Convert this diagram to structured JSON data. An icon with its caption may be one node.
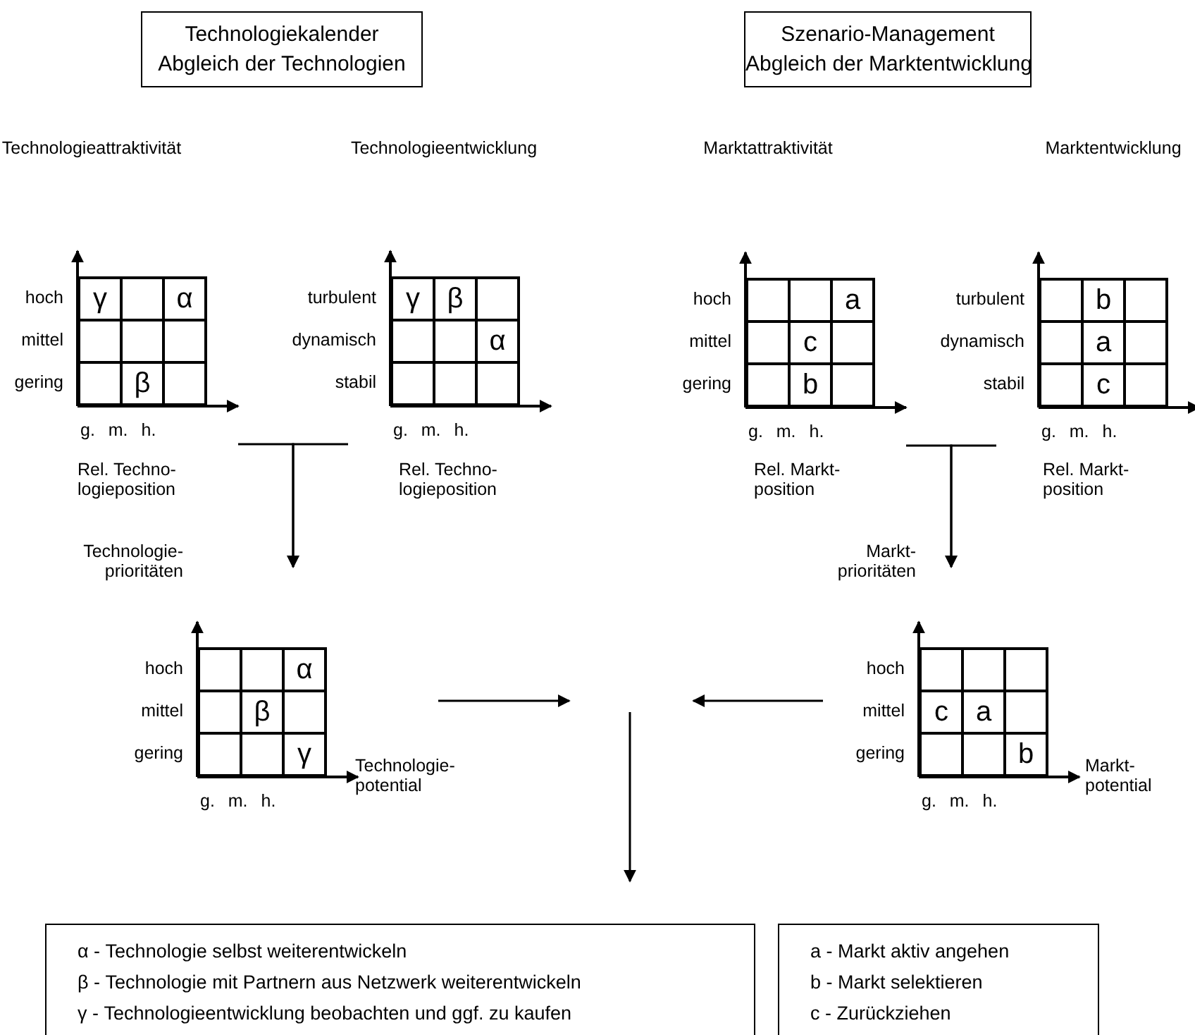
{
  "diagram": {
    "nodes": [
      {
        "text": [
          "Technologiekalender",
          "Abgleich der Technologien"
        ]
      },
      {
        "text": [
          "Szenario-Management",
          "Abgleich der Marktentwicklung"
        ]
      },
      {
        "text": [],
        "shape": "grid",
        "beside": [
          "hoch",
          "mittel",
          "gering",
          "g. m. h.",
          "Rel. Techno- logieposition"
        ]
      },
      {
        "text": [
          "γ"
        ],
        "in": 2
      },
      {
        "text": [],
        "shape": "box",
        "in": 2
      },
      {
        "text": [
          "α"
        ],
        "in": 2
      },
      {
        "text": [],
        "shape": "box",
        "in": 2
      },
      {
        "text": [],
        "shape": "box",
        "in": 2
      },
      {
        "text": [],
        "shape": "box",
        "in": 2
      },
      {
        "text": [],
        "shape": "box",
        "in": 2
      },
      {
        "text": [
          "β"
        ],
        "in": 2
      },
      {
        "text": [],
        "shape": "box",
        "in": 2
      },
      {
        "text": [],
        "shape": "grid",
        "beside": [
          "turbulent",
          "dynamisch",
          "stabil",
          "g. m. h.",
          "Rel. Techno- logieposition"
        ]
      },
      {
        "text": [
          "γ"
        ],
        "in": 12
      },
      {
        "text": [
          "β"
        ],
        "in": 12
      },
      {
        "text": [],
        "shape": "box",
        "in": 12
      },
      {
        "text": [],
        "shape": "box",
        "in": 12
      },
      {
        "text": [],
        "shape": "box",
        "in": 12
      },
      {
        "text": [
          "α"
        ],
        "in": 12
      },
      {
        "text": [],
        "shape": "box",
        "in": 12
      },
      {
        "text": [],
        "shape": "box",
        "in": 12
      },
      {
        "text": [],
        "shape": "box",
        "in": 12
      },
      {
        "text": [],
        "shape": "grid",
        "beside": [
          "hoch",
          "mittel",
          "gering",
          "g. m. h.",
          "Rel. Markt- position"
        ]
      },
      {
        "text": [],
        "shape": "box",
        "in": 22
      },
      {
        "text": [],
        "shape": "box",
        "in": 22
      },
      {
        "text": [
          "a"
        ],
        "in": 22
      },
      {
        "text": [],
        "shape": "box",
        "in": 22
      },
      {
        "text": [
          "c"
        ],
        "in": 22
      },
      {
        "text": [],
        "shape": "box",
        "in": 22
      },
      {
        "text": [],
        "shape": "box",
        "in": 22
      },
      {
        "text": [
          "b"
        ],
        "in": 22
      },
      {
        "text": [],
        "shape": "box",
        "in": 22
      },
      {
        "text": [],
        "shape": "grid",
        "beside": [
          "turbulent",
          "dynamisch",
          "stabil",
          "g. m. h.",
          "Rel. Markt- position"
        ]
      },
      {
        "text": [],
        "shape": "box",
        "in": 32
      },
      {
        "text": [
          "b"
        ],
        "in": 32
      },
      {
        "text": [],
        "shape": "box",
        "in": 32
      },
      {
        "text": [],
        "shape": "box",
        "in": 32
      },
      {
        "text": [
          "a"
        ],
        "in": 32
      },
      {
        "text": [],
        "shape": "box",
        "in": 32
      },
      {
        "text": [],
        "shape": "box",
        "in": 32
      },
      {
        "text": [
          "c"
        ],
        "in": 32
      },
      {
        "text": [],
        "shape": "box",
        "in": 32
      },
      {
        "text": [],
        "shape": "grid",
        "beside": [
          "hoch",
          "mittel",
          "gering",
          "g. m. h.",
          "Technologie- potential"
        ]
      },
      {
        "text": [],
        "shape": "box",
        "in": 42
      },
      {
        "text": [],
        "shape": "box",
        "in": 42
      },
      {
        "text": [
          "α"
        ],
        "in": 42
      },
      {
        "text": [],
        "shape": "box",
        "in": 42
      },
      {
        "text": [
          "β"
        ],
        "in": 42
      },
      {
        "text": [],
        "shape": "box",
        "in": 42
      },
      {
        "text": [],
        "shape": "box",
        "in": 42
      },
      {
        "text": [],
        "shape": "box",
        "in": 42
      },
      {
        "text": [
          "γ"
        ],
        "in": 42
      },
      {
        "text": [],
        "shape": "grid",
        "beside": [
          "hoch",
          "mittel",
          "gering",
          "g. m. h.",
          "Markt- potential"
        ]
      },
      {
        "text": [],
        "shape": "box",
        "in": 52
      },
      {
        "text": [],
        "shape": "box",
        "in": 52
      },
      {
        "text": [],
        "shape": "box",
        "in": 52
      },
      {
        "text": [
          "c"
        ],
        "in": 52
      },
      {
        "text": [
          "a"
        ],
        "in": 52
      },
      {
        "text": [],
        "shape": "box",
        "in": 52
      },
      {
        "text": [],
        "shape": "box",
        "in": 52
      },
      {
        "text": [],
        "shape": "box",
        "in": 52
      },
      {
        "text": [
          "b"
        ],
        "in": 52
      },
      {
        "text": [
          "α - Technologie selbst weiterentwickeln",
          "β - Technologie mit Partnern aus Netzwerk weiterentwickeln",
          "γ - Technologieentwicklung beobachten und ggf. zu kaufen"
        ]
      },
      {
        "text": [
          "a - Markt aktiv angehen",
          "b - Markt selektieren",
          "c - Zurückziehen"
        ]
      }
    ],
    "edges": [
      {
        "from": 2,
        "to": 42,
        "arrow": "to"
      },
      {
        "from": 12,
        "to": 42,
        "arrow": "to"
      },
      {
        "from": 22,
        "to": 52,
        "arrow": "to"
      },
      {
        "from": 32,
        "to": 52,
        "arrow": "to"
      },
      {
        "from": 42,
        "to": null,
        "arrow": "to"
      },
      {
        "from": 52,
        "to": null,
        "arrow": "to"
      },
      {
        "from": null,
        "to": 62,
        "arrow": "to"
      }
    ],
    "labels": [
      "Technologieattraktivität",
      "Technologieentwicklung",
      "Marktattraktivität",
      "Marktentwicklung",
      "Technologie- prioritäten",
      "Markt- prioritäten"
    ]
  }
}
